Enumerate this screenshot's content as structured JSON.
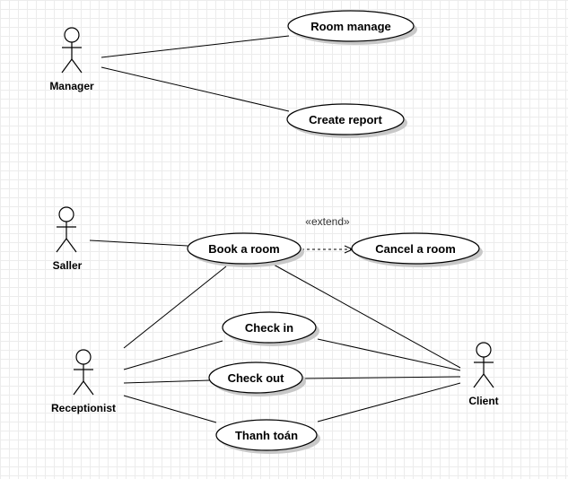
{
  "actors": {
    "manager": {
      "label": "Manager"
    },
    "saller": {
      "label": "Saller"
    },
    "receptionist": {
      "label": "Receptionist"
    },
    "client": {
      "label": "Client"
    }
  },
  "use_cases": {
    "room_manage": {
      "label": "Room manage"
    },
    "create_report": {
      "label": "Create report"
    },
    "book_room": {
      "label": "Book a room"
    },
    "cancel_room": {
      "label": "Cancel a room"
    },
    "check_in": {
      "label": "Check in"
    },
    "check_out": {
      "label": "Check out"
    },
    "thanh_toan": {
      "label": "Thanh toán"
    }
  },
  "relationships": {
    "extend": {
      "label": "«extend»"
    }
  }
}
